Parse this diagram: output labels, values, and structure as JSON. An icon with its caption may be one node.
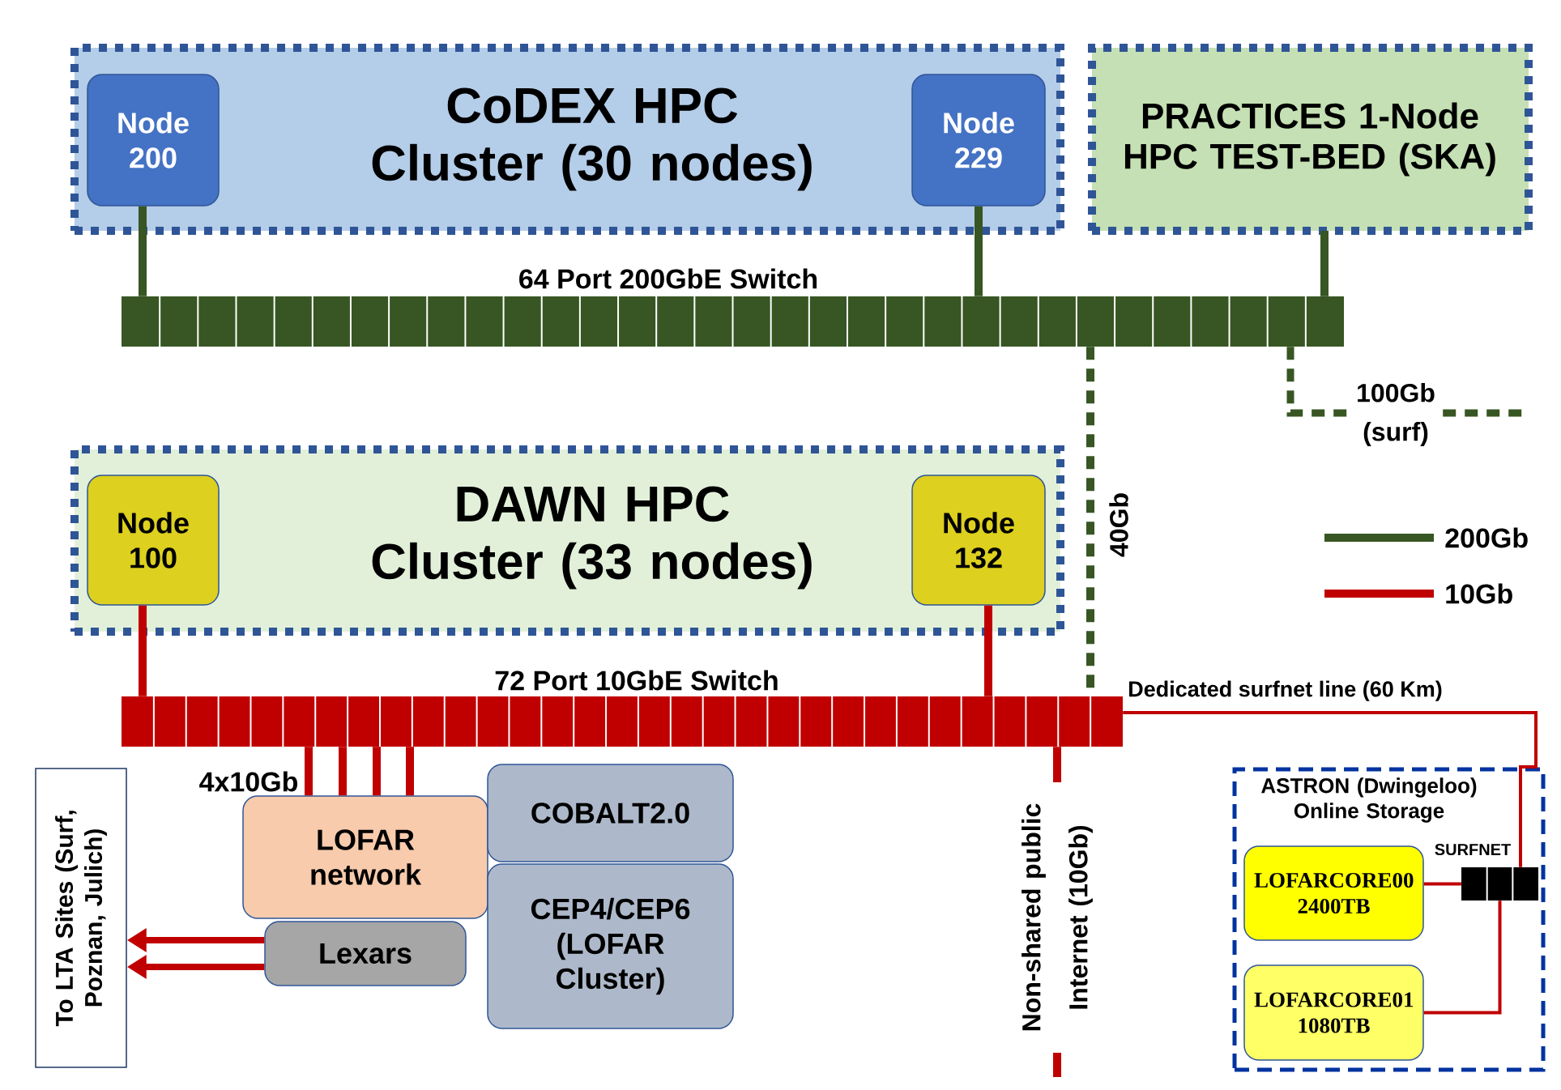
{
  "diagram": {
    "nodes": [
      {
        "text": [
          "CoDEX HPC Cluster (30 nodes)"
        ]
      },
      {
        "text": [
          "Node 200"
        ],
        "in": 0
      },
      {
        "text": [
          "Node 229"
        ],
        "in": 0
      },
      {
        "text": [
          "PRACTICES 1-Node HPC TEST-BED (SKA)"
        ]
      },
      {
        "text": [],
        "shape": "bar",
        "beside": [
          "64 Port 200GbE Switch"
        ]
      },
      {
        "text": [
          "DAWN HPC Cluster (33 nodes)"
        ]
      },
      {
        "text": [
          "Node 100"
        ],
        "in": 5
      },
      {
        "text": [
          "Node 132"
        ],
        "in": 5
      },
      {
        "text": [],
        "shape": "bar",
        "beside": [
          "72 Port 10GbE Switch"
        ]
      },
      {
        "text": [
          "To LTA Sites (Surf, Poznan, Julich)"
        ]
      },
      {
        "text": [
          "LOFAR network"
        ]
      },
      {
        "text": [
          "Lexars"
        ]
      },
      {
        "text": [
          "COBALT2.0"
        ]
      },
      {
        "text": [
          "CEP4/CEP6 (LOFAR Cluster)"
        ]
      },
      {
        "text": [
          "ASTRON (Dwingeloo) Online Storage"
        ]
      },
      {
        "text": [
          "LOFARCORE00 2400TB"
        ],
        "in": 14
      },
      {
        "text": [
          "LOFARCORE01 1080TB"
        ],
        "in": 14
      },
      {
        "text": [],
        "shape": "bar",
        "beside": [
          "SURFNET"
        ],
        "in": 14
      }
    ],
    "edges": [
      {
        "from": 1,
        "to": 4,
        "arrow": "none",
        "color": "#375623"
      },
      {
        "from": 2,
        "to": 4,
        "arrow": "none",
        "color": "#375623"
      },
      {
        "from": 3,
        "to": 4,
        "arrow": "none",
        "color": "#375623"
      },
      {
        "from": 4,
        "to": 8,
        "arrow": "none",
        "label": "40Gb",
        "style": "dashed",
        "color": "#375623"
      },
      {
        "from": 4,
        "to": null,
        "arrow": "none",
        "label": "100Gb (surf)",
        "style": "dashed",
        "color": "#375623"
      },
      {
        "from": 6,
        "to": 8,
        "arrow": "none"
      },
      {
        "from": 7,
        "to": 8,
        "arrow": "none"
      },
      {
        "from": 8,
        "to": 10,
        "arrow": "none"
      },
      {
        "from": 8,
        "to": 10,
        "arrow": "none"
      },
      {
        "from": 8,
        "to": 10,
        "arrow": "none"
      },
      {
        "from": 8,
        "to": 10,
        "arrow": "none"
      },
      {
        "from": 11,
        "to": 9,
        "arrow": "to"
      },
      {
        "from": 11,
        "to": 9,
        "arrow": "to"
      },
      {
        "from": 8,
        "to": null,
        "arrow": "none",
        "label": "Non-shared public Internet (10Gb)"
      },
      {
        "from": 8,
        "to": 17,
        "arrow": "none",
        "label": "Dedicated surfnet line (60 Km)"
      },
      {
        "from": 15,
        "to": 17,
        "arrow": "none"
      },
      {
        "from": 16,
        "to": 17,
        "arrow": "none"
      }
    ],
    "labels": [
      "4x10Gb"
    ],
    "legend": [
      {
        "text": "200Gb",
        "color": "#375623"
      },
      {
        "text": "10Gb",
        "color": "#c00000"
      }
    ]
  }
}
